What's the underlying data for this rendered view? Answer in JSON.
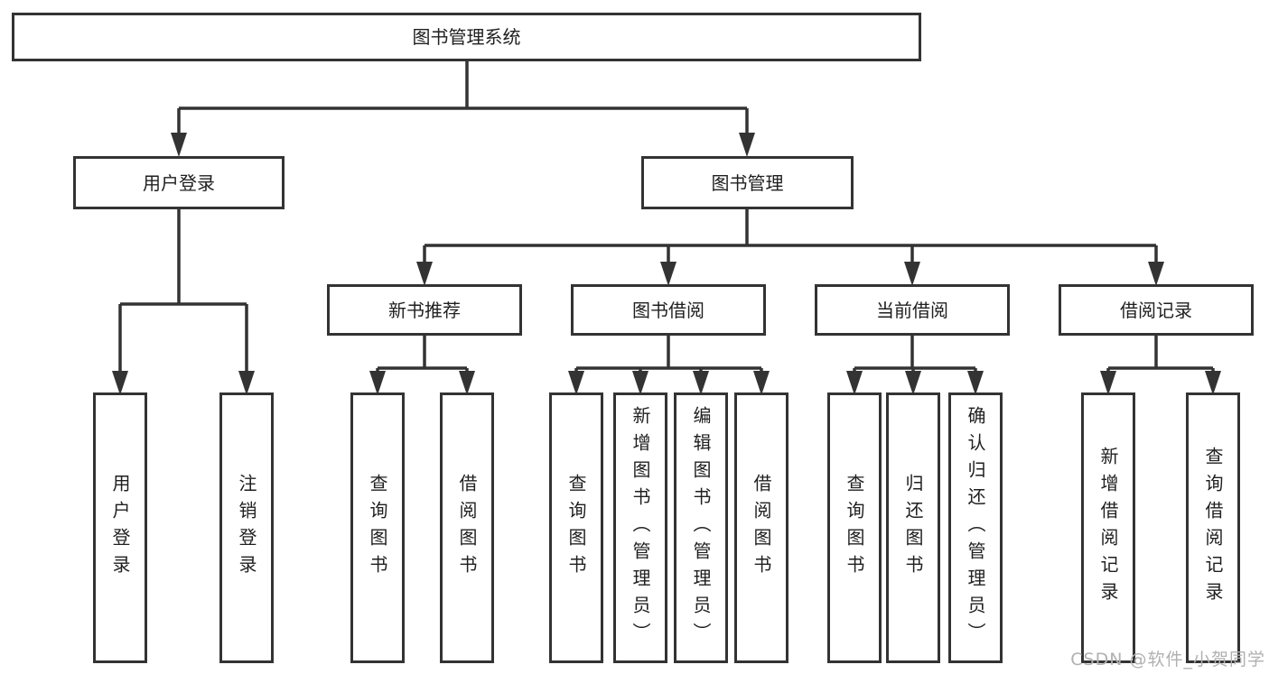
{
  "tree": {
    "root": "图书管理系统",
    "nodes": {
      "user_login": {
        "label": "用户登录",
        "children": [
          "用户登录",
          "注销登录"
        ]
      },
      "book_mgmt": {
        "label": "图书管理"
      },
      "new_books": {
        "label": "新书推荐",
        "children": [
          "查询图书",
          "借阅图书"
        ]
      },
      "book_borrow": {
        "label": "图书借阅",
        "children": [
          "查询图书",
          "新增图书（管理员）",
          "编辑图书（管理员）",
          "借阅图书"
        ]
      },
      "current_borrow": {
        "label": "当前借阅",
        "children": [
          "查询图书",
          "归还图书",
          "确认归还（管理员）"
        ]
      },
      "borrow_records": {
        "label": "借阅记录",
        "children": [
          "新增借阅记录",
          "查询借阅记录"
        ]
      }
    }
  },
  "watermark": "CSDN @软件_小贺同学",
  "colors": {
    "line": "#333333",
    "box_border": "#333333",
    "text": "#1f1f1f",
    "watermark": "#b0b0b0",
    "background": "#ffffff"
  }
}
